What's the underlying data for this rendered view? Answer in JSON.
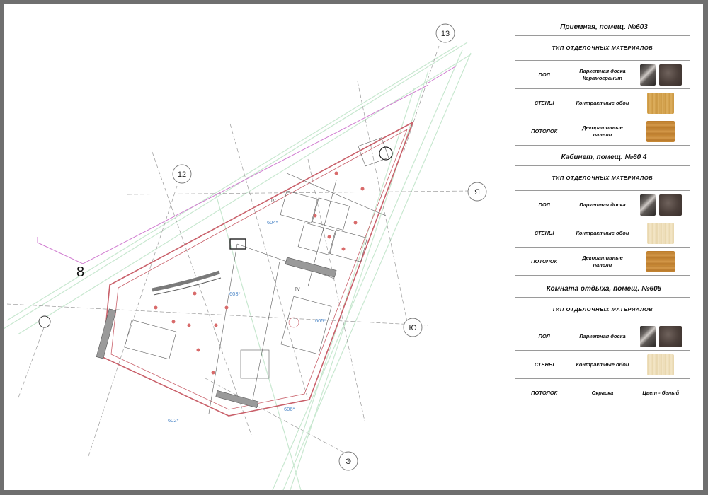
{
  "plan": {
    "axes": [
      {
        "label": "13"
      },
      {
        "label": "12"
      },
      {
        "label": "Я"
      },
      {
        "label": "Ю"
      },
      {
        "label": "Э"
      }
    ],
    "grid_number": "8",
    "rooms": [
      "604*",
      "603*",
      "605*",
      "606*",
      "602*"
    ],
    "tv_labels": [
      "TV",
      "TV"
    ]
  },
  "panels": [
    {
      "title": "Приемная, помещ. №603",
      "header": "ТИП   ОТДЕЛОЧНЫХ   МАТЕРИАЛОВ",
      "rows": [
        {
          "label": "ПОЛ",
          "material": "Паркетная доска Керамогранит",
          "swatches": [
            "parquet",
            "ceramic"
          ]
        },
        {
          "label": "СТЕНЫ",
          "material": "Контрактные обои",
          "swatches": [
            "wood"
          ]
        },
        {
          "label": "ПОТОЛОК",
          "material": "Декоративные панели",
          "swatches": [
            "panel"
          ]
        }
      ]
    },
    {
      "title": "Кабинет, помещ. №60 4",
      "header": "ТИП   ОТДЕЛОЧНЫХ   МАТЕРИАЛОВ",
      "rows": [
        {
          "label": "ПОЛ",
          "material": "Паркетная доска",
          "swatches": [
            "parquet",
            "ceramic"
          ]
        },
        {
          "label": "СТЕНЫ",
          "material": "Контрактные обои",
          "swatches": [
            "wood-light"
          ]
        },
        {
          "label": "ПОТОЛОК",
          "material": "Декоративные панели",
          "swatches": [
            "panel"
          ]
        }
      ]
    },
    {
      "title": "Комната отдыха, помещ. №605",
      "header": "ТИП   ОТДЕЛОЧНЫХ   МАТЕРИАЛОВ",
      "rows": [
        {
          "label": "ПОЛ",
          "material": "Паркетная доска",
          "swatches": [
            "parquet",
            "ceramic"
          ]
        },
        {
          "label": "СТЕНЫ",
          "material": "Контрактные обои",
          "swatches": [
            "wood-light"
          ]
        },
        {
          "label": "ПОТОЛОК",
          "material": "Окраска",
          "text_value": "Цвет - белый"
        }
      ]
    }
  ],
  "colors": {
    "wall": "#c9606a",
    "grid_green": "#bfe3c8",
    "axis_line": "#8c8c8c",
    "room_label": "#4f88c8",
    "frame": "#6f6f6f"
  }
}
